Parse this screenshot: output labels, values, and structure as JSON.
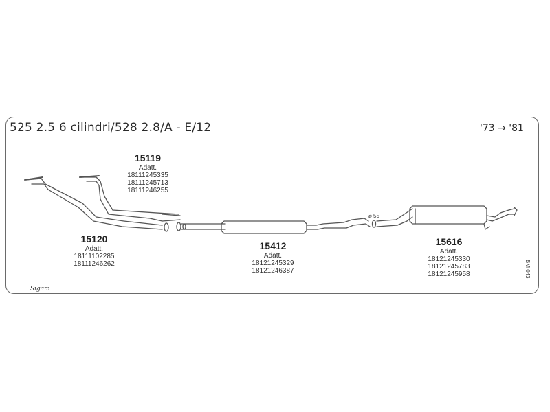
{
  "title": "525 2.5 6 cilindri/528 2.8/A - E/12",
  "years": "'73 → '81",
  "diameter_label": "⌀ 55",
  "side_code": "BM 043",
  "logo_text": "Sigam",
  "parts": [
    {
      "code": "15119",
      "adatt": "Adatt.",
      "refs": [
        "18111245335",
        "18111245713",
        "18111246255"
      ]
    },
    {
      "code": "15120",
      "adatt": "Adatt.",
      "refs": [
        "18111102285",
        "18111246262"
      ]
    },
    {
      "code": "15412",
      "adatt": "Adatt.",
      "refs": [
        "18121245329",
        "18121246387"
      ]
    },
    {
      "code": "15616",
      "adatt": "Adatt.",
      "refs": [
        "18121245330",
        "18121245783",
        "18121245958"
      ]
    }
  ]
}
